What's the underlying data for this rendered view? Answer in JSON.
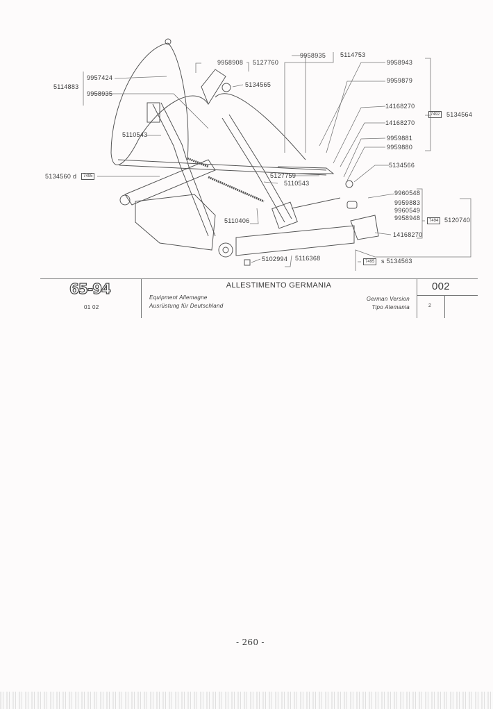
{
  "diagram": {
    "labels": {
      "l9957424": "9957424",
      "l5114883": "5114883",
      "l9958935a": "9958935",
      "l9958908": "9958908",
      "l5127760": "5127760",
      "l5134565": "5134565",
      "l5110543a": "5110543",
      "l5134560": "5134560  d",
      "l9958935b": "9958935",
      "l5114753": "5114753",
      "l9958943": "9958943",
      "l9959879": "9959879",
      "l14168270a": "14168270",
      "l5134564": "5134564",
      "l14168270b": "14168270",
      "l9959881": "9959881",
      "l9959880": "9959880",
      "l5134566": "5134566",
      "l5127759": "5127759",
      "l5110543b": "5110543",
      "l9960548": "9960548",
      "l9959883": "9959883",
      "l9960549": "9960549",
      "l9958948": "9958948",
      "l5120740": "5120740",
      "l14168270c": "14168270",
      "l5110406": "5110406",
      "l5102994": "5102994",
      "l5116368": "5116368",
      "l5134563": "s 5134563"
    },
    "refs": {
      "r7495a": "7495",
      "r7492": "7492",
      "r7494": "7494",
      "r7495b": "7495"
    }
  },
  "footer": {
    "logo": "65-94",
    "date": "01 02",
    "title": "ALLESTIMENTO GERMANIA",
    "fr": "Equipment Allemagne",
    "de": "Ausrüstung für Deutschland",
    "en": "German Version",
    "es": "Tipo Alemania",
    "code": "002",
    "sheet": "2"
  },
  "page_number": "- 260 -"
}
